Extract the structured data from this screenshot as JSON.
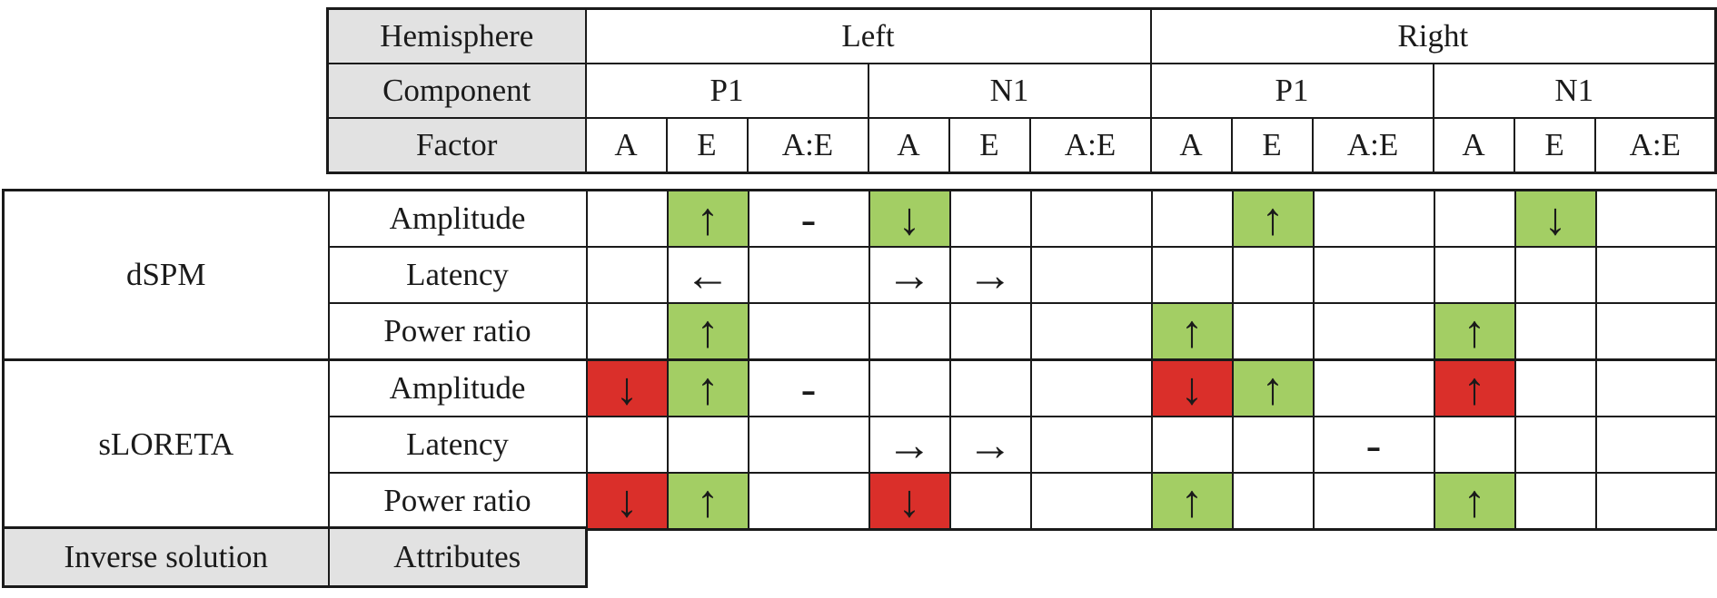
{
  "colors": {
    "green": "#a3ce64",
    "red": "#da2f2a",
    "gray": "#e2e2e2",
    "border": "#1a1a1a",
    "text": "#1a1a1a"
  },
  "header": {
    "row_labels": [
      "Hemisphere",
      "Component",
      "Factor"
    ],
    "hemispheres": [
      "Left",
      "Right"
    ],
    "components": [
      "P1",
      "N1",
      "P1",
      "N1"
    ],
    "factors": [
      "A",
      "E",
      "A:E",
      "A",
      "E",
      "A:E",
      "A",
      "E",
      "A:E",
      "A",
      "E",
      "A:E"
    ]
  },
  "body": {
    "groups": [
      {
        "label": "dSPM",
        "rows": [
          {
            "label": "Amplitude",
            "cells": [
              {
                "symbol": "",
                "fill": ""
              },
              {
                "symbol": "↑",
                "fill": "green"
              },
              {
                "symbol": "-",
                "fill": ""
              },
              {
                "symbol": "↓",
                "fill": "green"
              },
              {
                "symbol": "",
                "fill": ""
              },
              {
                "symbol": "",
                "fill": ""
              },
              {
                "symbol": "",
                "fill": ""
              },
              {
                "symbol": "↑",
                "fill": "green"
              },
              {
                "symbol": "",
                "fill": ""
              },
              {
                "symbol": "",
                "fill": ""
              },
              {
                "symbol": "↓",
                "fill": "green"
              },
              {
                "symbol": "",
                "fill": ""
              }
            ]
          },
          {
            "label": "Latency",
            "cells": [
              {
                "symbol": "",
                "fill": ""
              },
              {
                "symbol": "←",
                "fill": ""
              },
              {
                "symbol": "",
                "fill": ""
              },
              {
                "symbol": "→",
                "fill": ""
              },
              {
                "symbol": "→",
                "fill": ""
              },
              {
                "symbol": "",
                "fill": ""
              },
              {
                "symbol": "",
                "fill": ""
              },
              {
                "symbol": "",
                "fill": ""
              },
              {
                "symbol": "",
                "fill": ""
              },
              {
                "symbol": "",
                "fill": ""
              },
              {
                "symbol": "",
                "fill": ""
              },
              {
                "symbol": "",
                "fill": ""
              }
            ]
          },
          {
            "label": "Power ratio",
            "cells": [
              {
                "symbol": "",
                "fill": ""
              },
              {
                "symbol": "↑",
                "fill": "green"
              },
              {
                "symbol": "",
                "fill": ""
              },
              {
                "symbol": "",
                "fill": ""
              },
              {
                "symbol": "",
                "fill": ""
              },
              {
                "symbol": "",
                "fill": ""
              },
              {
                "symbol": "↑",
                "fill": "green"
              },
              {
                "symbol": "",
                "fill": ""
              },
              {
                "symbol": "",
                "fill": ""
              },
              {
                "symbol": "↑",
                "fill": "green"
              },
              {
                "symbol": "",
                "fill": ""
              },
              {
                "symbol": "",
                "fill": ""
              }
            ]
          }
        ]
      },
      {
        "label": "sLORETA",
        "rows": [
          {
            "label": "Amplitude",
            "cells": [
              {
                "symbol": "↓",
                "fill": "red"
              },
              {
                "symbol": "↑",
                "fill": "green"
              },
              {
                "symbol": "-",
                "fill": ""
              },
              {
                "symbol": "",
                "fill": ""
              },
              {
                "symbol": "",
                "fill": ""
              },
              {
                "symbol": "",
                "fill": ""
              },
              {
                "symbol": "↓",
                "fill": "red"
              },
              {
                "symbol": "↑",
                "fill": "green"
              },
              {
                "symbol": "",
                "fill": ""
              },
              {
                "symbol": "↑",
                "fill": "red"
              },
              {
                "symbol": "",
                "fill": ""
              },
              {
                "symbol": "",
                "fill": ""
              }
            ]
          },
          {
            "label": "Latency",
            "cells": [
              {
                "symbol": "",
                "fill": ""
              },
              {
                "symbol": "",
                "fill": ""
              },
              {
                "symbol": "",
                "fill": ""
              },
              {
                "symbol": "→",
                "fill": ""
              },
              {
                "symbol": "→",
                "fill": ""
              },
              {
                "symbol": "",
                "fill": ""
              },
              {
                "symbol": "",
                "fill": ""
              },
              {
                "symbol": "",
                "fill": ""
              },
              {
                "symbol": "-",
                "fill": ""
              },
              {
                "symbol": "",
                "fill": ""
              },
              {
                "symbol": "",
                "fill": ""
              },
              {
                "symbol": "",
                "fill": ""
              }
            ]
          },
          {
            "label": "Power ratio",
            "cells": [
              {
                "symbol": "↓",
                "fill": "red"
              },
              {
                "symbol": "↑",
                "fill": "green"
              },
              {
                "symbol": "",
                "fill": ""
              },
              {
                "symbol": "↓",
                "fill": "red"
              },
              {
                "symbol": "",
                "fill": ""
              },
              {
                "symbol": "",
                "fill": ""
              },
              {
                "symbol": "↑",
                "fill": "green"
              },
              {
                "symbol": "",
                "fill": ""
              },
              {
                "symbol": "",
                "fill": ""
              },
              {
                "symbol": "↑",
                "fill": "green"
              },
              {
                "symbol": "",
                "fill": ""
              },
              {
                "symbol": "",
                "fill": ""
              }
            ]
          }
        ]
      }
    ]
  },
  "footer": {
    "inverse_solution_label": "Inverse solution",
    "attributes_label": "Attributes"
  }
}
